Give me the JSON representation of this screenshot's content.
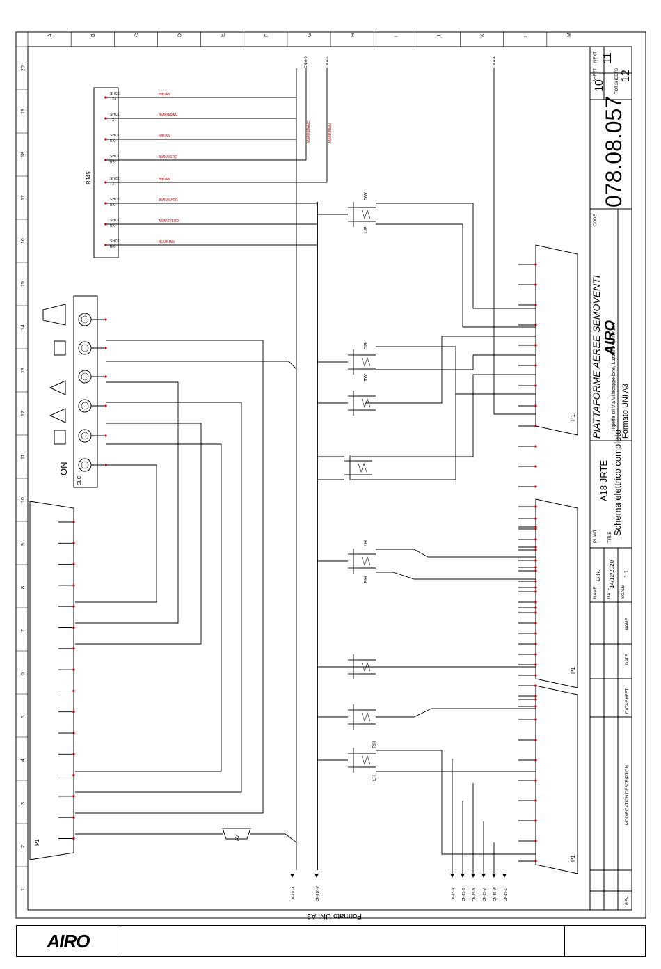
{
  "footer": {
    "logo": "AIRO"
  },
  "rulers": {
    "letters": [
      "A",
      "B",
      "C",
      "D",
      "E",
      "F",
      "G",
      "H",
      "I",
      "J",
      "K",
      "L",
      "M"
    ],
    "numbers": [
      "20",
      "19",
      "18",
      "17",
      "16",
      "15",
      "14",
      "13",
      "12",
      "11",
      "10",
      "9",
      "8",
      "7",
      "6",
      "5",
      "4",
      "3",
      "2",
      "1"
    ]
  },
  "title_block": {
    "sheet_label": "SHEET",
    "sheet": "10",
    "next_label": "NEXT",
    "next": "11",
    "tot_label": "TOT.SHEETS",
    "tot": "12",
    "code_label": "CODE",
    "code": "078.08.057",
    "company": "PIATTAFORME AEREE SEMOVENTI",
    "brand": "AIRO",
    "address": "Tigieffe srl Via Villacappellone, Luzzara RE ITALIA",
    "format": "Formato UNI A3",
    "plant_label": "PLANT",
    "plant": "A18 JRTE",
    "title_label": "TITLE",
    "title": "Schema elettrico completo",
    "name_label": "NAME",
    "name": "G.R.",
    "date_label": "DATE",
    "date": "14/12/2020",
    "scale_label": "SCALE",
    "scale": "1:1",
    "rev_label": "REV.",
    "mod_label": "MODIFICATION DESCRIPTION",
    "data_sheet_label": "DATA SHEET",
    "date2_label": "DATE",
    "name2_label": "NAME"
  },
  "bottom_label": "Formato UNI A3",
  "labels": {
    "rj45": "RJ45",
    "slc": "SLC",
    "on": "ON",
    "p1": "P1",
    "dw": "DW",
    "up": "UP",
    "cr": "CR",
    "tw": "TW",
    "lh": "LH",
    "rh": "RH",
    "av": "AV",
    "wire_colors": [
      "H/BIAN",
      "BIAN/ARAN",
      "H/BIAN",
      "BIAN/VERD",
      "H/BIAN",
      "BIAN/MARR",
      "ARAN/VERD",
      "BLU/BIAN"
    ],
    "red_vert": [
      "MARR/BIANC",
      "MARR/BIAN"
    ],
    "rj45_pins": [
      "TX+",
      "TX-",
      "RX+",
      "RX-",
      "TX-",
      "RX+",
      "RX+",
      "RX-"
    ],
    "top_refs": [
      "CN-A-5",
      "CN-A-6",
      "CN-A-4"
    ],
    "bottom_refs": [
      "CN-J10-X",
      "CN-J10-Y",
      "CN-J5-R",
      "CN-J5-G",
      "CN-J5-B",
      "CN-J5-V",
      "CN-J5-W",
      "CN-J5-Z"
    ]
  }
}
